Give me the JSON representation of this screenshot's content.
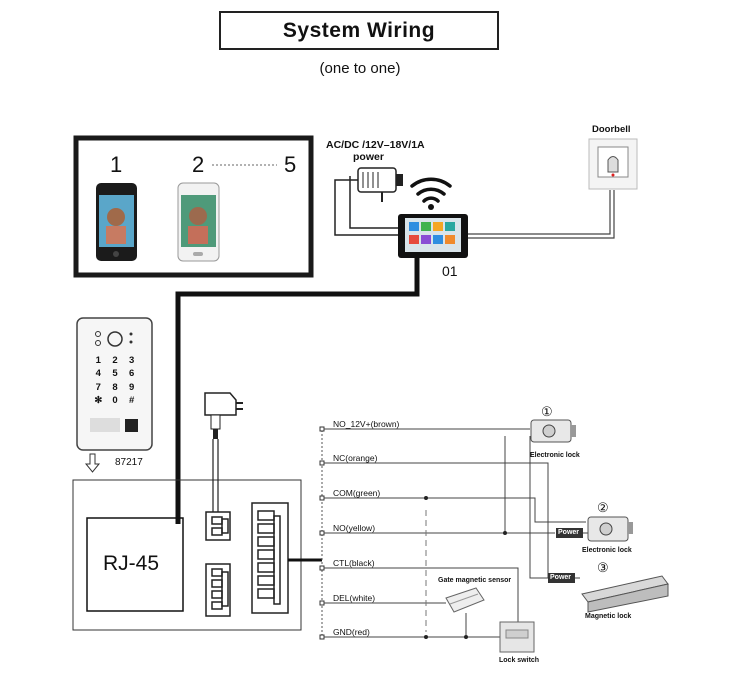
{
  "header": {
    "title": "System Wiring",
    "subtitle": "(one to one)"
  },
  "phones": {
    "label_first": "1",
    "label_second": "2",
    "label_last": "5"
  },
  "power": {
    "line1": "AC/DC /12V–18V/1A",
    "line2": "power"
  },
  "monitor": {
    "label": "01"
  },
  "doorbell": {
    "label": "Doorbell"
  },
  "outdoor_panel": {
    "keys": [
      "1",
      "2",
      "3",
      "4",
      "5",
      "6",
      "7",
      "8",
      "9",
      "✻",
      "0",
      "#"
    ],
    "model": "87217",
    "port": "RJ-45"
  },
  "terminals": [
    {
      "label": "NO_12V+(brown)"
    },
    {
      "label": "NC(orange)"
    },
    {
      "label": "COM(green)"
    },
    {
      "label": "NO(yellow)"
    },
    {
      "label": "CTL(black)"
    },
    {
      "label": "DEL(white)"
    },
    {
      "label": "GND(red)"
    }
  ],
  "locks": [
    {
      "number": "①",
      "label": "Electronic lock"
    },
    {
      "number": "②",
      "label": "Electronic lock"
    },
    {
      "number": "③",
      "label": "Magnetic lock"
    }
  ],
  "power_tags": [
    "Power",
    "Power"
  ],
  "gate_sensor": {
    "label": "Gate magnetic sensor"
  },
  "lock_switch": {
    "label": "Lock switch"
  }
}
